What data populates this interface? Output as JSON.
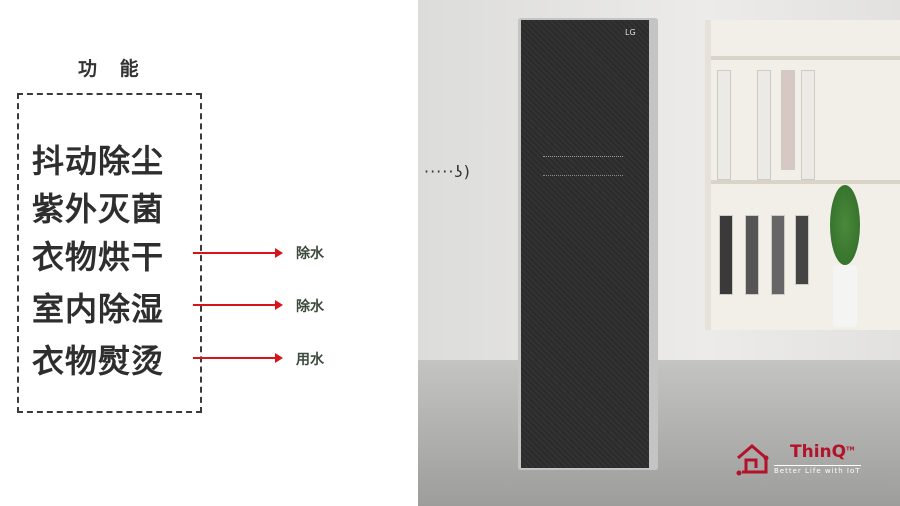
{
  "title": "功 能",
  "features": [
    "抖动除尘",
    "紫外灭菌",
    "衣物烘干",
    "室内除湿",
    "衣物熨烫"
  ],
  "notes": [
    "除水",
    "除水",
    "用水"
  ],
  "photo": {
    "brand_mark": "LG",
    "logo_word": "ThinQ",
    "logo_tm": "TM",
    "logo_tagline": "Better Life with IoT",
    "wifi_symbol": "·····ʖ)"
  },
  "colors": {
    "arrow": "#d8141b",
    "logo": "#b3122a"
  }
}
